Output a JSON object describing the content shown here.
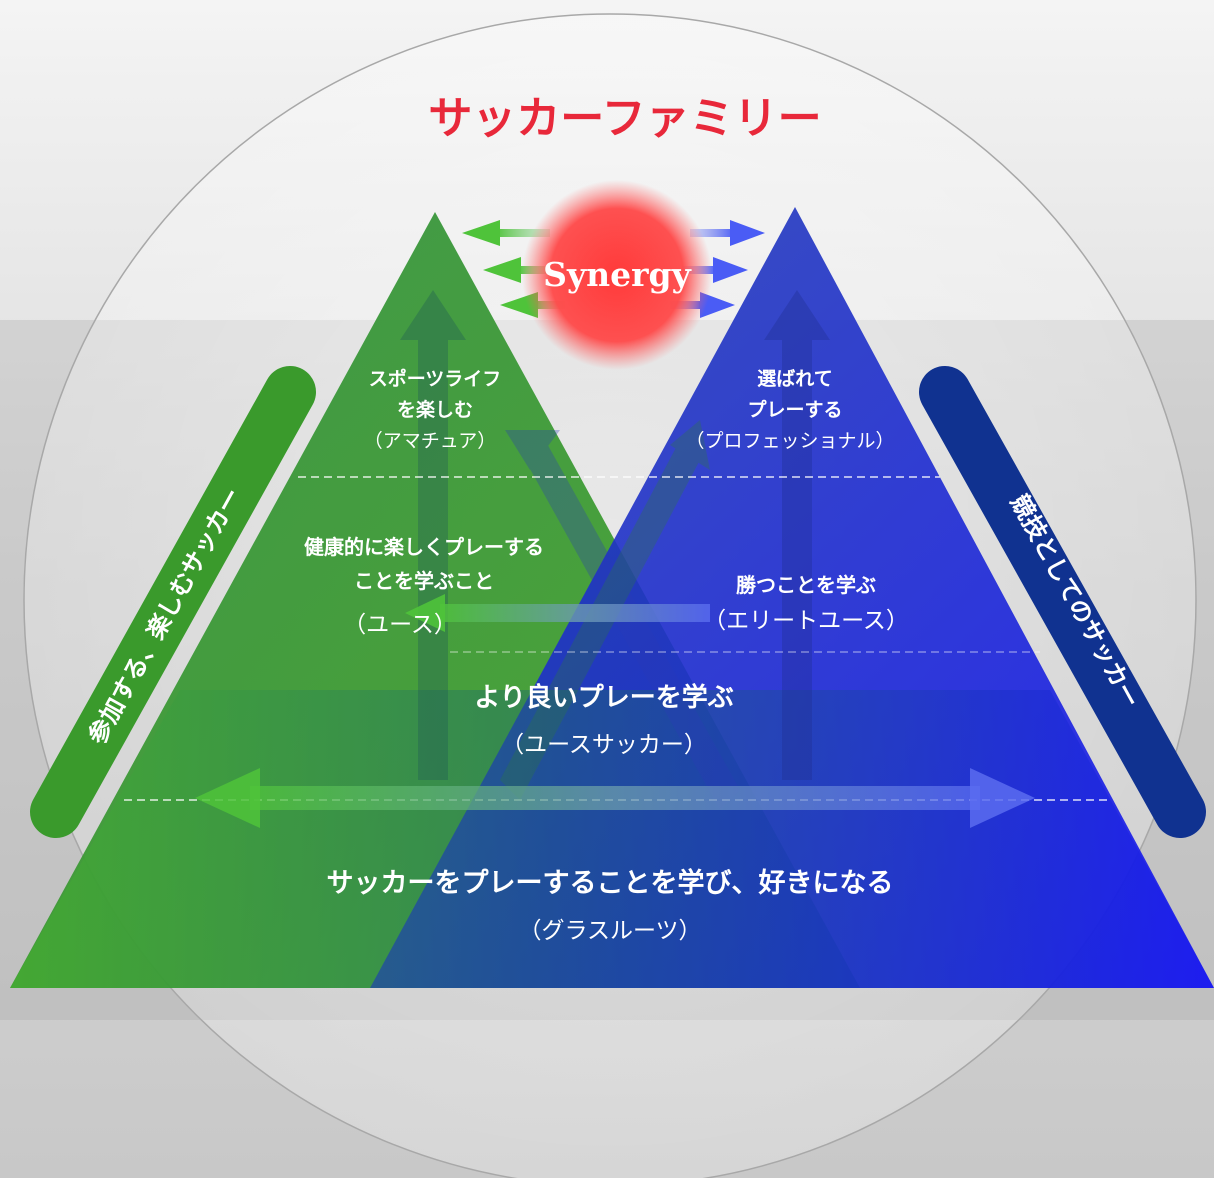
{
  "title": "サッカーファミリー",
  "synergy_label": "Synergy",
  "colors": {
    "title": "#e8283a",
    "green": "#3faa2c",
    "blue": "#1a1ee8",
    "navy": "#0f2f8c",
    "synergy": "#ff3b3b"
  },
  "side_labels": {
    "left": "参加する、楽しむサッカー",
    "right": "競技としてのサッカー"
  },
  "levels": {
    "amateur": {
      "line1": "スポーツライフ",
      "line2": "を楽しむ",
      "line3": "（アマチュア）"
    },
    "professional": {
      "line1": "選ばれて",
      "line2": "プレーする",
      "line3": "（プロフェッショナル）"
    },
    "youth": {
      "line1": "健康的に楽しくプレーする",
      "line2": "ことを学ぶこと",
      "line3": "（ユース）"
    },
    "elite_youth": {
      "line1": "勝つことを学ぶ",
      "line2": "（エリートユース）"
    },
    "youth_soccer": {
      "line1": "より良いプレーを学ぶ",
      "line2": "（ユースサッカー）"
    },
    "grassroots": {
      "line1": "サッカーをプレーすることを学び、好きになる",
      "line2": "（グラスルーツ）"
    }
  }
}
